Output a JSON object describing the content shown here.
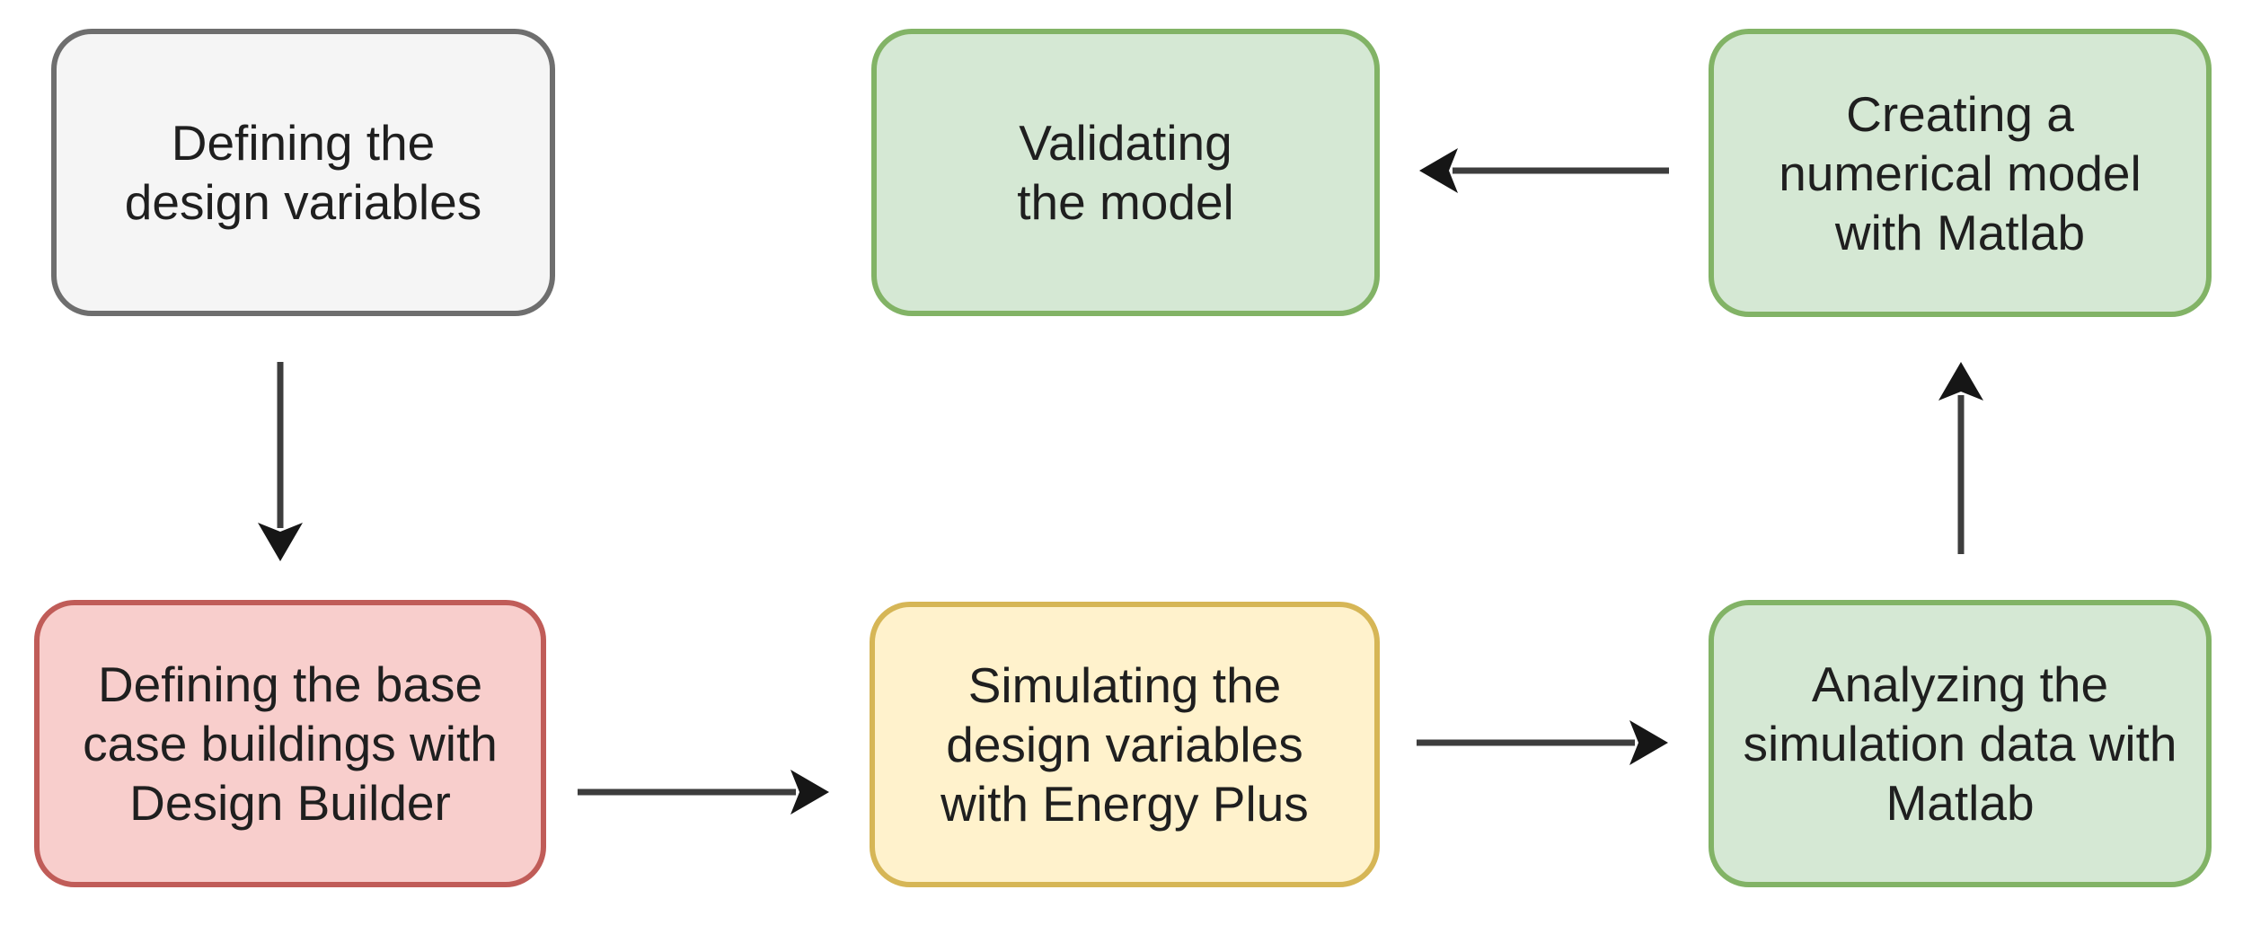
{
  "diagram": {
    "title": "Building simulation workflow flowchart",
    "background_color": "#ffffff",
    "arrow_color": "#3d3d3d",
    "arrowhead_color": "#161616",
    "nodes": [
      {
        "id": "define-variables",
        "label": "Defining the\ndesign variables",
        "fill": "#f5f5f5",
        "border": "#6e6e6e",
        "row": "top",
        "col": "left"
      },
      {
        "id": "validate-model",
        "label": "Validating\nthe model",
        "fill": "#d5e8d4",
        "border": "#82b366",
        "row": "top",
        "col": "middle"
      },
      {
        "id": "create-numerical-model",
        "label": "Creating a\nnumerical model\nwith Matlab",
        "fill": "#d5e8d4",
        "border": "#82b366",
        "row": "top",
        "col": "right"
      },
      {
        "id": "define-base-case",
        "label": "Defining the base\ncase buildings with\nDesign Builder",
        "fill": "#f8cecc",
        "border": "#c05c58",
        "row": "bottom",
        "col": "left"
      },
      {
        "id": "simulate-variables",
        "label": "Simulating the\ndesign variables\nwith Energy Plus",
        "fill": "#fff2cc",
        "border": "#d6b656",
        "row": "bottom",
        "col": "middle"
      },
      {
        "id": "analyze-data",
        "label": "Analyzing the\nsimulation data with\nMatlab",
        "fill": "#d5e8d4",
        "border": "#82b366",
        "row": "bottom",
        "col": "right"
      }
    ],
    "connections": [
      {
        "from": "define-variables",
        "to": "define-base-case",
        "direction": "down"
      },
      {
        "from": "define-base-case",
        "to": "simulate-variables",
        "direction": "right"
      },
      {
        "from": "simulate-variables",
        "to": "analyze-data",
        "direction": "right"
      },
      {
        "from": "analyze-data",
        "to": "create-numerical-model",
        "direction": "up"
      },
      {
        "from": "create-numerical-model",
        "to": "validate-model",
        "direction": "left"
      }
    ]
  }
}
